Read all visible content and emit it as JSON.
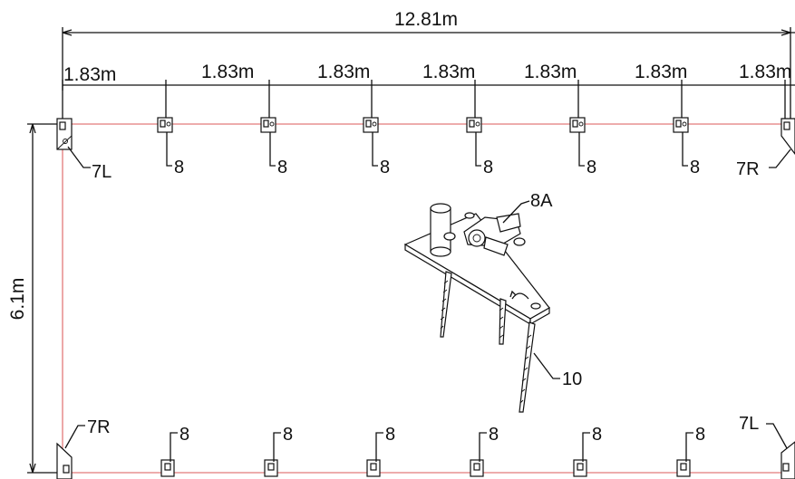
{
  "dimensions": {
    "overall_length": "12.81m",
    "spacing": [
      "1.83m",
      "1.83m",
      "1.83m",
      "1.83m",
      "1.83m",
      "1.83m",
      "1.83m"
    ],
    "width": "6.1m"
  },
  "callouts": {
    "top_left_corner": "7L",
    "top_right_corner": "7R",
    "top_anchors": [
      "8",
      "8",
      "8",
      "8",
      "8",
      "8"
    ],
    "bottom_left_corner": "7R",
    "bottom_right_corner": "7L",
    "bottom_anchors": [
      "8",
      "8",
      "8",
      "8",
      "8",
      "8"
    ],
    "bracket": "8A",
    "stake": "10"
  },
  "colors": {
    "frame": "#e27a7a",
    "ink": "#111111"
  }
}
